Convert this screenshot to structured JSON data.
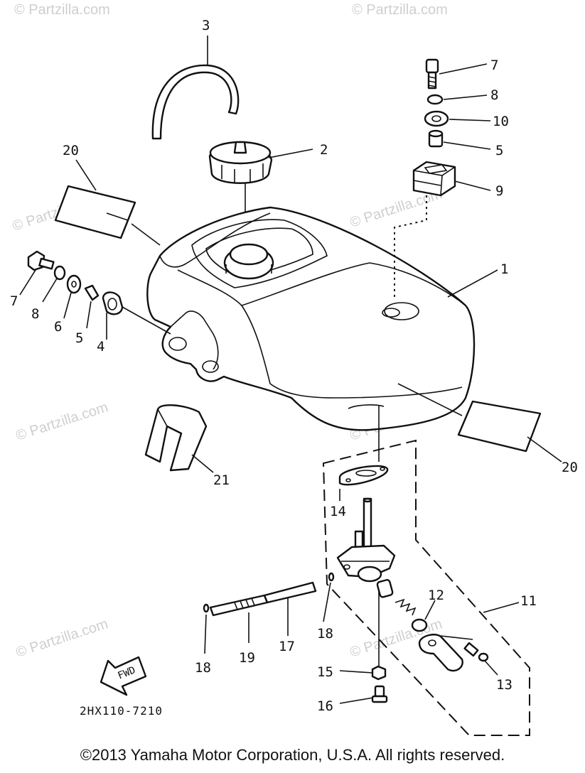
{
  "diagram_code": "2HX110-7210",
  "fwd_label": "FWD",
  "watermark": "© Partzilla.com",
  "copyright": "©2013  Yamaha Motor Corporation, U.S.A. All rights reserved.",
  "callouts": {
    "c1": "1",
    "c2": "2",
    "c3": "3",
    "c4": "4",
    "c5_left": "5",
    "c5_right": "5",
    "c6": "6",
    "c7_left": "7",
    "c7_right": "7",
    "c8_left": "8",
    "c8_right": "8",
    "c9": "9",
    "c10": "10",
    "c11": "11",
    "c12": "12",
    "c13": "13",
    "c14": "14",
    "c15": "15",
    "c16": "16",
    "c17": "17",
    "c18_left": "18",
    "c18_right": "18",
    "c19": "19",
    "c20_left": "20",
    "c20_right": "20",
    "c21": "21"
  }
}
